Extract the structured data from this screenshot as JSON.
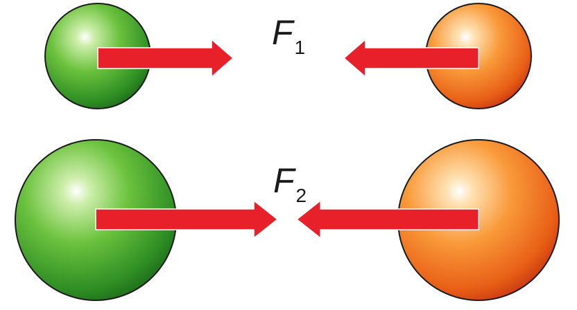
{
  "forces": [
    {
      "id": "f1",
      "letter": "F",
      "subscript": "1"
    },
    {
      "id": "f2",
      "letter": "F",
      "subscript": "2"
    }
  ],
  "colors": {
    "green_sphere": "#3fa22c",
    "green_highlight": "#e8f7d8",
    "orange_sphere": "#f07a1e",
    "orange_highlight": "#fff1d6",
    "arrow_red": "#e8202a",
    "outline": "#1a1a1a",
    "label_text": "#1a1a1a"
  }
}
